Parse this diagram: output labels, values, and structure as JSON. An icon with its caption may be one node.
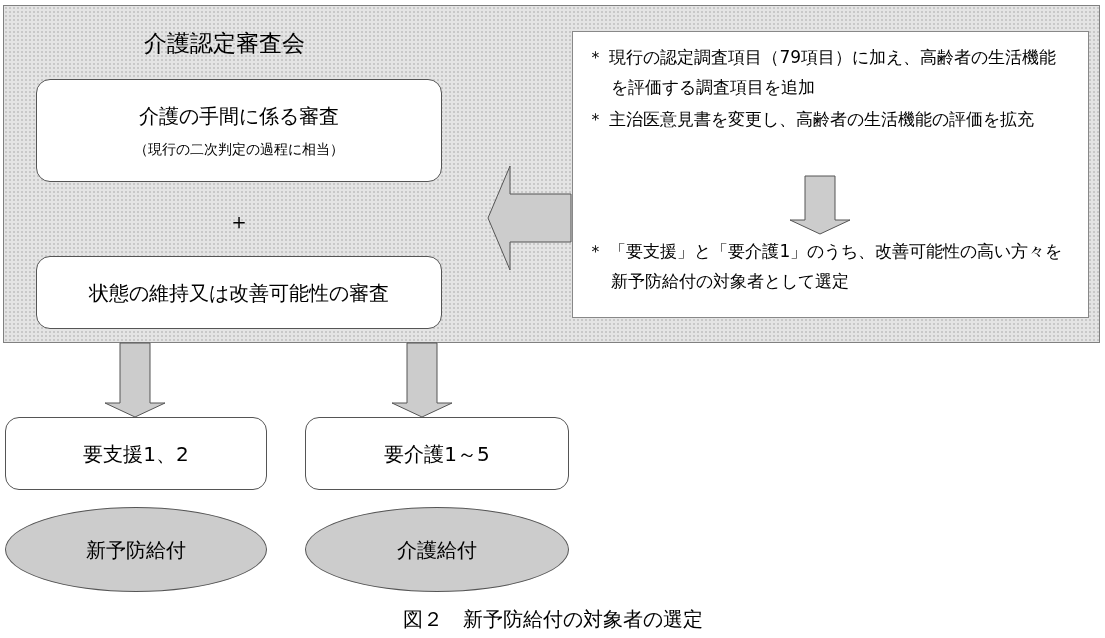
{
  "diagram": {
    "caption": "図２　新予防給付の対象者の選定",
    "nodes": [
      {
        "text": [
          "介護認定審査会"
        ]
      },
      {
        "text": [
          "介護の手間に係る審査",
          "（現行の二次判定の過程に相当）"
        ],
        "in": 0
      },
      {
        "text": [
          "状態の維持又は改善可能性の審査"
        ],
        "in": 0
      },
      {
        "text": [],
        "shape": "box",
        "in": 0
      },
      {
        "text": [
          "＊ 現行の認定調査項目（79項目）に加え、高齢者の生活機能を評価する調査項目を追加",
          "＊ 主治医意見書を変更し、高齢者の生活機能の評価を拡充"
        ],
        "in": 3
      },
      {
        "text": [
          "＊ 「要支援」と「要介護1」のうち、改善可能性の高い方々を新予防給付の対象者として選定"
        ],
        "in": 3
      },
      {
        "text": [
          "要支援1、2"
        ]
      },
      {
        "text": [
          "要介護1～5"
        ]
      },
      {
        "text": [
          "新予防給付"
        ]
      },
      {
        "text": [
          "介護給付"
        ]
      }
    ],
    "edges": [
      {
        "from": 4,
        "to": 5,
        "arrow": "to"
      },
      {
        "from": 3,
        "to": null,
        "arrow": "to"
      },
      {
        "from": 0,
        "to": 6,
        "arrow": "to"
      },
      {
        "from": 0,
        "to": 7,
        "arrow": "to"
      }
    ],
    "labels": [
      "＋"
    ]
  }
}
